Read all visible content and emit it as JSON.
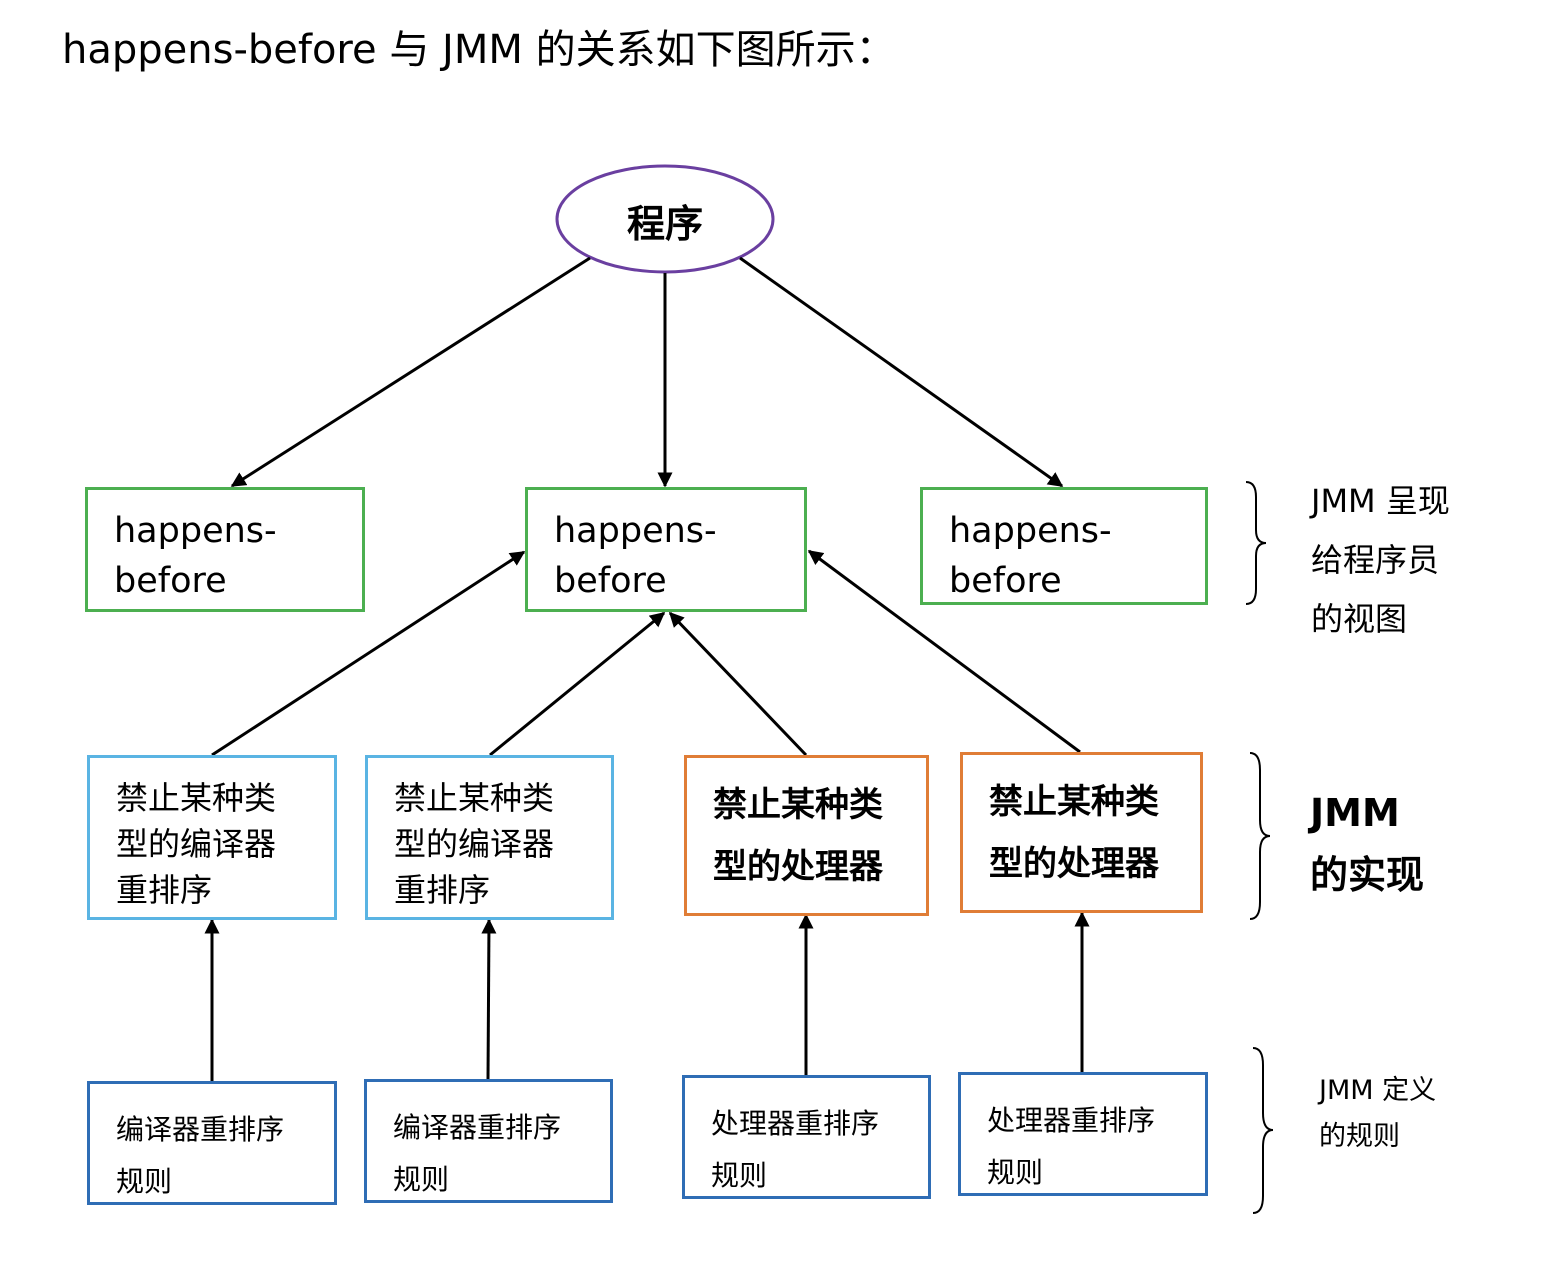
{
  "title": "happens-before 与 JMM 的关系如下图所示：",
  "program": {
    "label": "程序",
    "border_color": "#6a3fa0"
  },
  "happens_before_boxes": [
    {
      "label": "happens-\nbefore"
    },
    {
      "label": "happens-\nbefore"
    },
    {
      "label": "happens-\nbefore"
    }
  ],
  "reorder_boxes": [
    {
      "label": "禁止某种类\n型的编译器\n重排序",
      "kind": "compiler"
    },
    {
      "label": "禁止某种类\n型的编译器\n重排序",
      "kind": "compiler"
    },
    {
      "label": "禁止某种类\n型的处理器",
      "kind": "processor"
    },
    {
      "label": "禁止某种类\n型的处理器",
      "kind": "processor"
    }
  ],
  "rule_boxes": [
    {
      "label": "编译器重排序\n规则"
    },
    {
      "label": "编译器重排序\n规则"
    },
    {
      "label": "处理器重排序\n规则"
    },
    {
      "label": "处理器重排序\n规则"
    }
  ],
  "side_labels": {
    "view": "JMM 呈现\n给程序员\n的视图",
    "impl": "JMM\n的实现",
    "rules": "JMM 定义\n的规则"
  },
  "colors": {
    "happens_before_border": "#4caf50",
    "compiler_border": "#5ab4e3",
    "processor_border": "#e07d36",
    "rule_border": "#2f6db5",
    "arrow": "#000000"
  }
}
